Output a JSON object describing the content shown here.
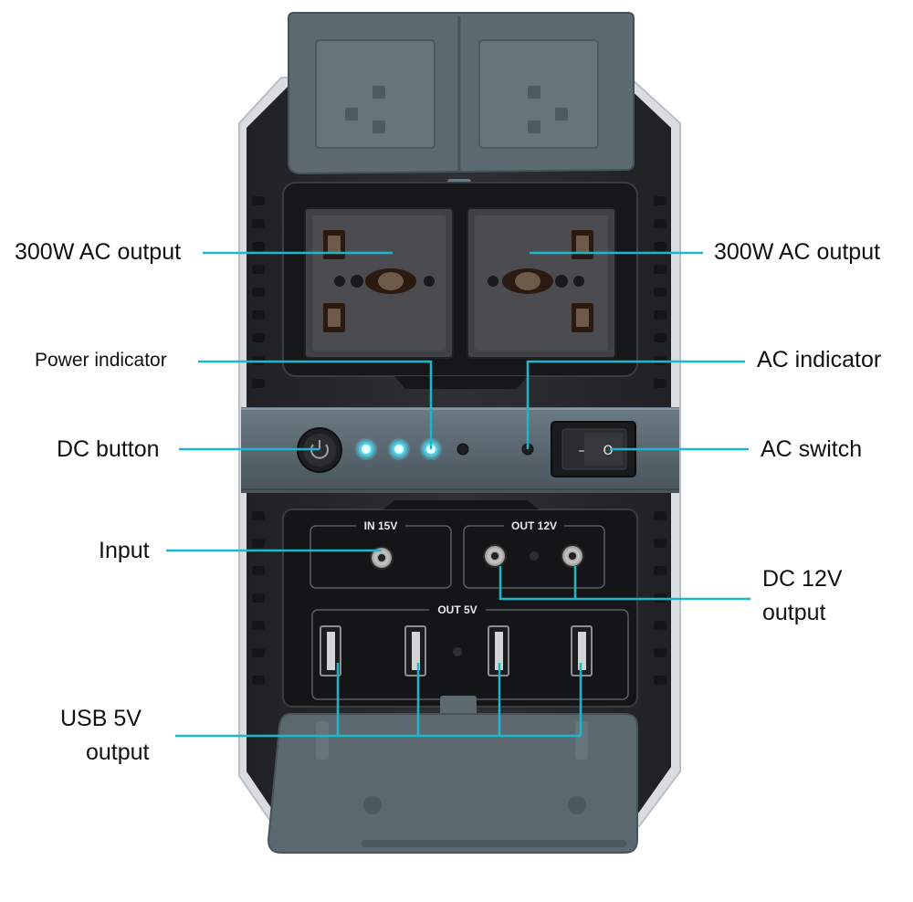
{
  "labels": {
    "ac_output_left": "300W AC output",
    "ac_output_right": "300W AC output",
    "power_indicator": "Power indicator",
    "ac_indicator": "AC indicator",
    "dc_button": "DC button",
    "ac_switch": "AC switch",
    "input": "Input",
    "dc12_line1": "DC 12V",
    "dc12_line2": "output",
    "usb_line1": "USB 5V",
    "usb_line2": "output"
  },
  "panel": {
    "in_label": "IN 15V",
    "out12_label": "OUT 12V",
    "out5_label": "OUT 5V",
    "switch_off": "–",
    "switch_on": "O"
  },
  "colors": {
    "callout_line": "#19b8cc",
    "led_on": "#4fd8f0",
    "body_dark": "#2a2c30",
    "cover_gray": "#5b6870"
  },
  "indicators": {
    "battery_leds_lit": 3,
    "battery_leds_total": 4
  }
}
